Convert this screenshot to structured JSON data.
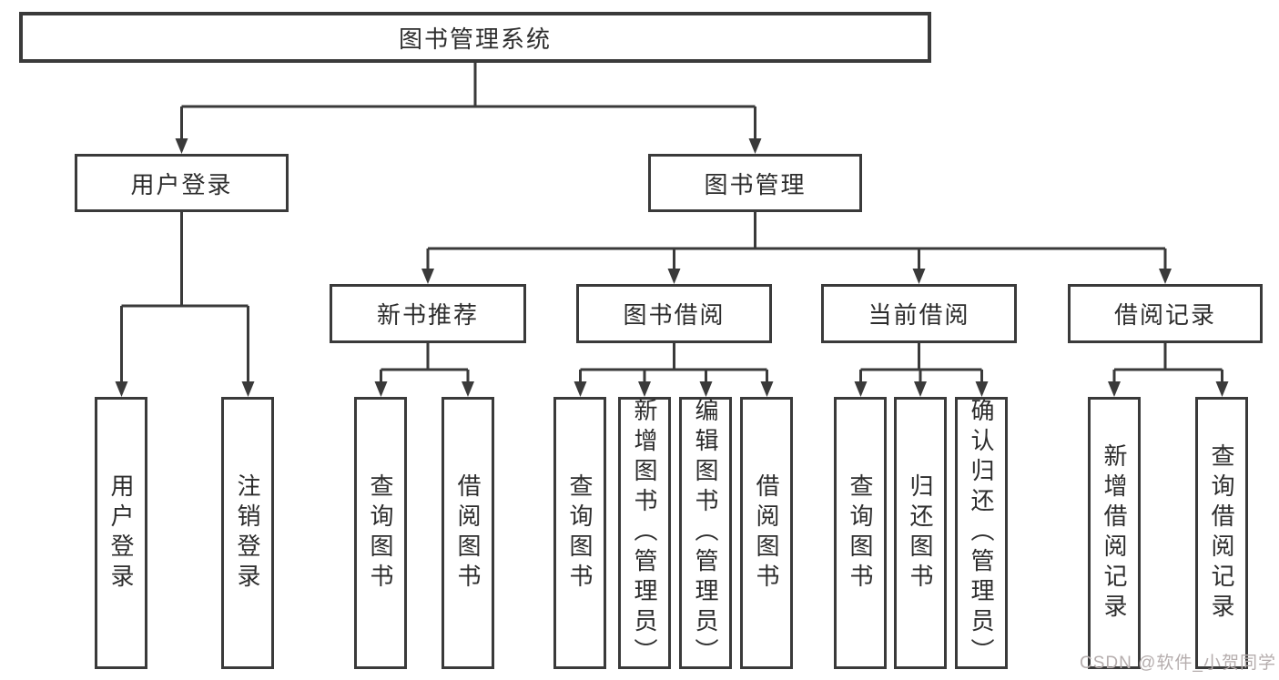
{
  "nodes": {
    "root": "图书管理系统",
    "user_login": "用户登录",
    "book_mgmt": "图书管理",
    "new_book_rec": "新书推荐",
    "book_borrow": "图书借阅",
    "current_borrow": "当前借阅",
    "borrow_record": "借阅记录",
    "leaf_user_login": "用户登录",
    "leaf_logout": "注销登录",
    "rec_query_book": "查询图书",
    "rec_borrow_book": "借阅图书",
    "bb_query_book": "查询图书",
    "bb_add_book": "新增图书（管理员）",
    "bb_edit_book": "编辑图书（管理员）",
    "bb_borrow_book": "借阅图书",
    "cb_query_book": "查询图书",
    "cb_return_book": "归还图书",
    "cb_confirm_return": "确认归还（管理员）",
    "br_add_record": "新增借阅记录",
    "br_query_record": "查询借阅记录"
  },
  "watermark": "CSDN @软件_小贺同学"
}
